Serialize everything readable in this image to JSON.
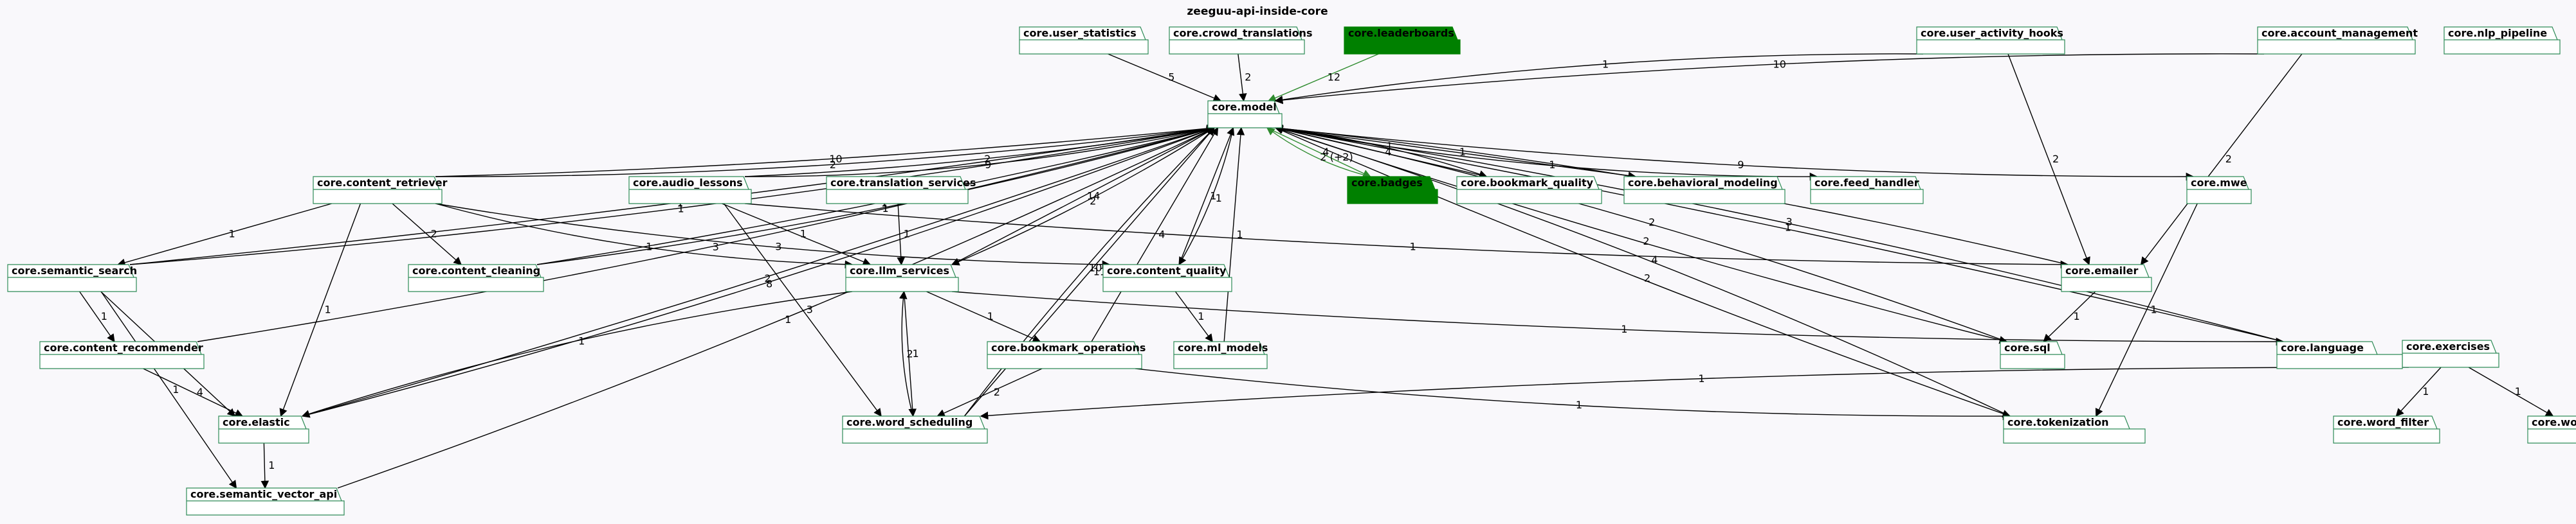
{
  "title": "zeeguu-api-inside-core",
  "colors": {
    "background": "#f9f8fb",
    "package_fill": "#ffffff",
    "package_border": "#2e8b57",
    "highlight_fill": "#008000",
    "edge": "#000000",
    "highlight_edge": "#2e8b2e"
  },
  "packages": [
    {
      "id": "user_statistics",
      "label": "core.user_statistics"
    },
    {
      "id": "crowd_translations",
      "label": "core.crowd_translations"
    },
    {
      "id": "leaderboards",
      "label": "core.leaderboards",
      "highlight": true
    },
    {
      "id": "user_activity_hooks",
      "label": "core.user_activity_hooks"
    },
    {
      "id": "account_management",
      "label": "core.account_management"
    },
    {
      "id": "nlp_pipeline",
      "label": "core.nlp_pipeline"
    },
    {
      "id": "model",
      "label": "core.model"
    },
    {
      "id": "content_retriever",
      "label": "core.content_retriever"
    },
    {
      "id": "audio_lessons",
      "label": "core.audio_lessons"
    },
    {
      "id": "translation_services",
      "label": "core.translation_services"
    },
    {
      "id": "badges",
      "label": "core.badges",
      "highlight": true
    },
    {
      "id": "bookmark_quality",
      "label": "core.bookmark_quality"
    },
    {
      "id": "behavioral_modeling",
      "label": "core.behavioral_modeling"
    },
    {
      "id": "feed_handler",
      "label": "core.feed_handler"
    },
    {
      "id": "mwe",
      "label": "core.mwe"
    },
    {
      "id": "semantic_search",
      "label": "core.semantic_search"
    },
    {
      "id": "content_cleaning",
      "label": "core.content_cleaning"
    },
    {
      "id": "llm_services",
      "label": "core.llm_services"
    },
    {
      "id": "content_quality",
      "label": "core.content_quality"
    },
    {
      "id": "emailer",
      "label": "core.emailer"
    },
    {
      "id": "exercises",
      "label": "core.exercises"
    },
    {
      "id": "content_recommender",
      "label": "core.content_recommender"
    },
    {
      "id": "bookmark_operations",
      "label": "core.bookmark_operations"
    },
    {
      "id": "ml_models",
      "label": "core.ml_models"
    },
    {
      "id": "sql",
      "label": "core.sql"
    },
    {
      "id": "language",
      "label": "core.language"
    },
    {
      "id": "elastic",
      "label": "core.elastic"
    },
    {
      "id": "word_scheduling",
      "label": "core.word_scheduling"
    },
    {
      "id": "tokenization",
      "label": "core.tokenization"
    },
    {
      "id": "word_filter",
      "label": "core.word_filter"
    },
    {
      "id": "word_stats",
      "label": "core.word_stats"
    },
    {
      "id": "semantic_vector_api",
      "label": "core.semantic_vector_api"
    }
  ],
  "edges": [
    {
      "from": "user_statistics",
      "to": "model",
      "label": "5"
    },
    {
      "from": "crowd_translations",
      "to": "model",
      "label": "2"
    },
    {
      "from": "leaderboards",
      "to": "model",
      "label": "12",
      "highlight": true
    },
    {
      "from": "user_activity_hooks",
      "to": "model",
      "label": "1"
    },
    {
      "from": "account_management",
      "to": "model",
      "label": "10"
    },
    {
      "from": "user_activity_hooks",
      "to": "emailer",
      "label": "2"
    },
    {
      "from": "account_management",
      "to": "emailer",
      "label": "2"
    },
    {
      "from": "content_retriever",
      "to": "model",
      "label": "2"
    },
    {
      "from": "content_retriever",
      "to": "model",
      "label": "10"
    },
    {
      "from": "audio_lessons",
      "to": "model",
      "label": "9"
    },
    {
      "from": "audio_lessons",
      "to": "model",
      "label": "2"
    },
    {
      "from": "model",
      "to": "badges",
      "label": "4",
      "highlight": true
    },
    {
      "from": "badges",
      "to": "model",
      "label": "2 (+2)",
      "highlight": true
    },
    {
      "from": "bookmark_quality",
      "to": "model",
      "label": "4"
    },
    {
      "from": "model",
      "to": "bookmark_quality",
      "label": "1"
    },
    {
      "from": "model",
      "to": "behavioral_modeling",
      "label": "1"
    },
    {
      "from": "model",
      "to": "feed_handler",
      "label": "1"
    },
    {
      "from": "model",
      "to": "mwe",
      "label": "9"
    },
    {
      "from": "emailer",
      "to": "model",
      "label": "4"
    },
    {
      "from": "semantic_search",
      "to": "model",
      "label": "1"
    },
    {
      "from": "semantic_search",
      "to": "model",
      "label": "1"
    },
    {
      "from": "content_recommender",
      "to": "model",
      "label": "3"
    },
    {
      "from": "elastic",
      "to": "model",
      "label": "8"
    },
    {
      "from": "elastic",
      "to": "model",
      "label": "2"
    },
    {
      "from": "content_cleaning",
      "to": "model",
      "label": "1"
    },
    {
      "from": "content_cleaning",
      "to": "model",
      "label": "1"
    },
    {
      "from": "llm_services",
      "to": "model",
      "label": "14"
    },
    {
      "from": "model",
      "to": "llm_services",
      "label": "2"
    },
    {
      "from": "word_scheduling",
      "to": "model",
      "label": "11"
    },
    {
      "from": "word_scheduling",
      "to": "model",
      "label": "10"
    },
    {
      "from": "translation_services",
      "to": "llm_services",
      "label": "1"
    },
    {
      "from": "content_quality",
      "to": "model",
      "label": "1"
    },
    {
      "from": "model",
      "to": "content_quality",
      "label": "1"
    },
    {
      "from": "ml_models",
      "to": "model",
      "label": "1"
    },
    {
      "from": "bookmark_operations",
      "to": "model",
      "label": "4"
    },
    {
      "from": "sql",
      "to": "model",
      "label": "2"
    },
    {
      "from": "model",
      "to": "sql",
      "label": "2"
    },
    {
      "from": "language",
      "to": "model",
      "label": "3"
    },
    {
      "from": "language",
      "to": "model",
      "label": "1"
    },
    {
      "from": "tokenization",
      "to": "model",
      "label": "4"
    },
    {
      "from": "model",
      "to": "tokenization",
      "label": "2"
    },
    {
      "from": "semantic_vector_api",
      "to": "model",
      "label": "1"
    },
    {
      "from": "content_retriever",
      "to": "semantic_search",
      "label": "1"
    },
    {
      "from": "content_retriever",
      "to": "content_cleaning",
      "label": "2"
    },
    {
      "from": "content_retriever",
      "to": "llm_services",
      "label": "1"
    },
    {
      "from": "content_retriever",
      "to": "content_quality",
      "label": "3"
    },
    {
      "from": "content_retriever",
      "to": "elastic",
      "label": "1"
    },
    {
      "from": "audio_lessons",
      "to": "llm_services",
      "label": "1"
    },
    {
      "from": "audio_lessons",
      "to": "word_scheduling",
      "label": "3"
    },
    {
      "from": "audio_lessons",
      "to": "emailer",
      "label": "1"
    },
    {
      "from": "semantic_search",
      "to": "content_recommender",
      "label": "1"
    },
    {
      "from": "semantic_search",
      "to": "elastic",
      "label": "2"
    },
    {
      "from": "semantic_search",
      "to": "semantic_vector_api",
      "label": "1"
    },
    {
      "from": "content_recommender",
      "to": "elastic",
      "label": "4"
    },
    {
      "from": "llm_services",
      "to": "elastic",
      "label": "1"
    },
    {
      "from": "llm_services",
      "to": "bookmark_operations",
      "label": "1"
    },
    {
      "from": "llm_services",
      "to": "word_scheduling",
      "label": "1"
    },
    {
      "from": "word_scheduling",
      "to": "llm_services",
      "label": "2"
    },
    {
      "from": "llm_services",
      "to": "language",
      "label": "1"
    },
    {
      "from": "content_quality",
      "to": "ml_models",
      "label": "1"
    },
    {
      "from": "bookmark_operations",
      "to": "word_scheduling",
      "label": "2"
    },
    {
      "from": "bookmark_operations",
      "to": "tokenization",
      "label": "1"
    },
    {
      "from": "emailer",
      "to": "sql",
      "label": "1"
    },
    {
      "from": "mwe",
      "to": "tokenization",
      "label": "1"
    },
    {
      "from": "exercises",
      "to": "word_scheduling",
      "label": "1"
    },
    {
      "from": "exercises",
      "to": "word_filter",
      "label": "1"
    },
    {
      "from": "exercises",
      "to": "word_stats",
      "label": "1"
    },
    {
      "from": "elastic",
      "to": "semantic_vector_api",
      "label": "1"
    }
  ]
}
